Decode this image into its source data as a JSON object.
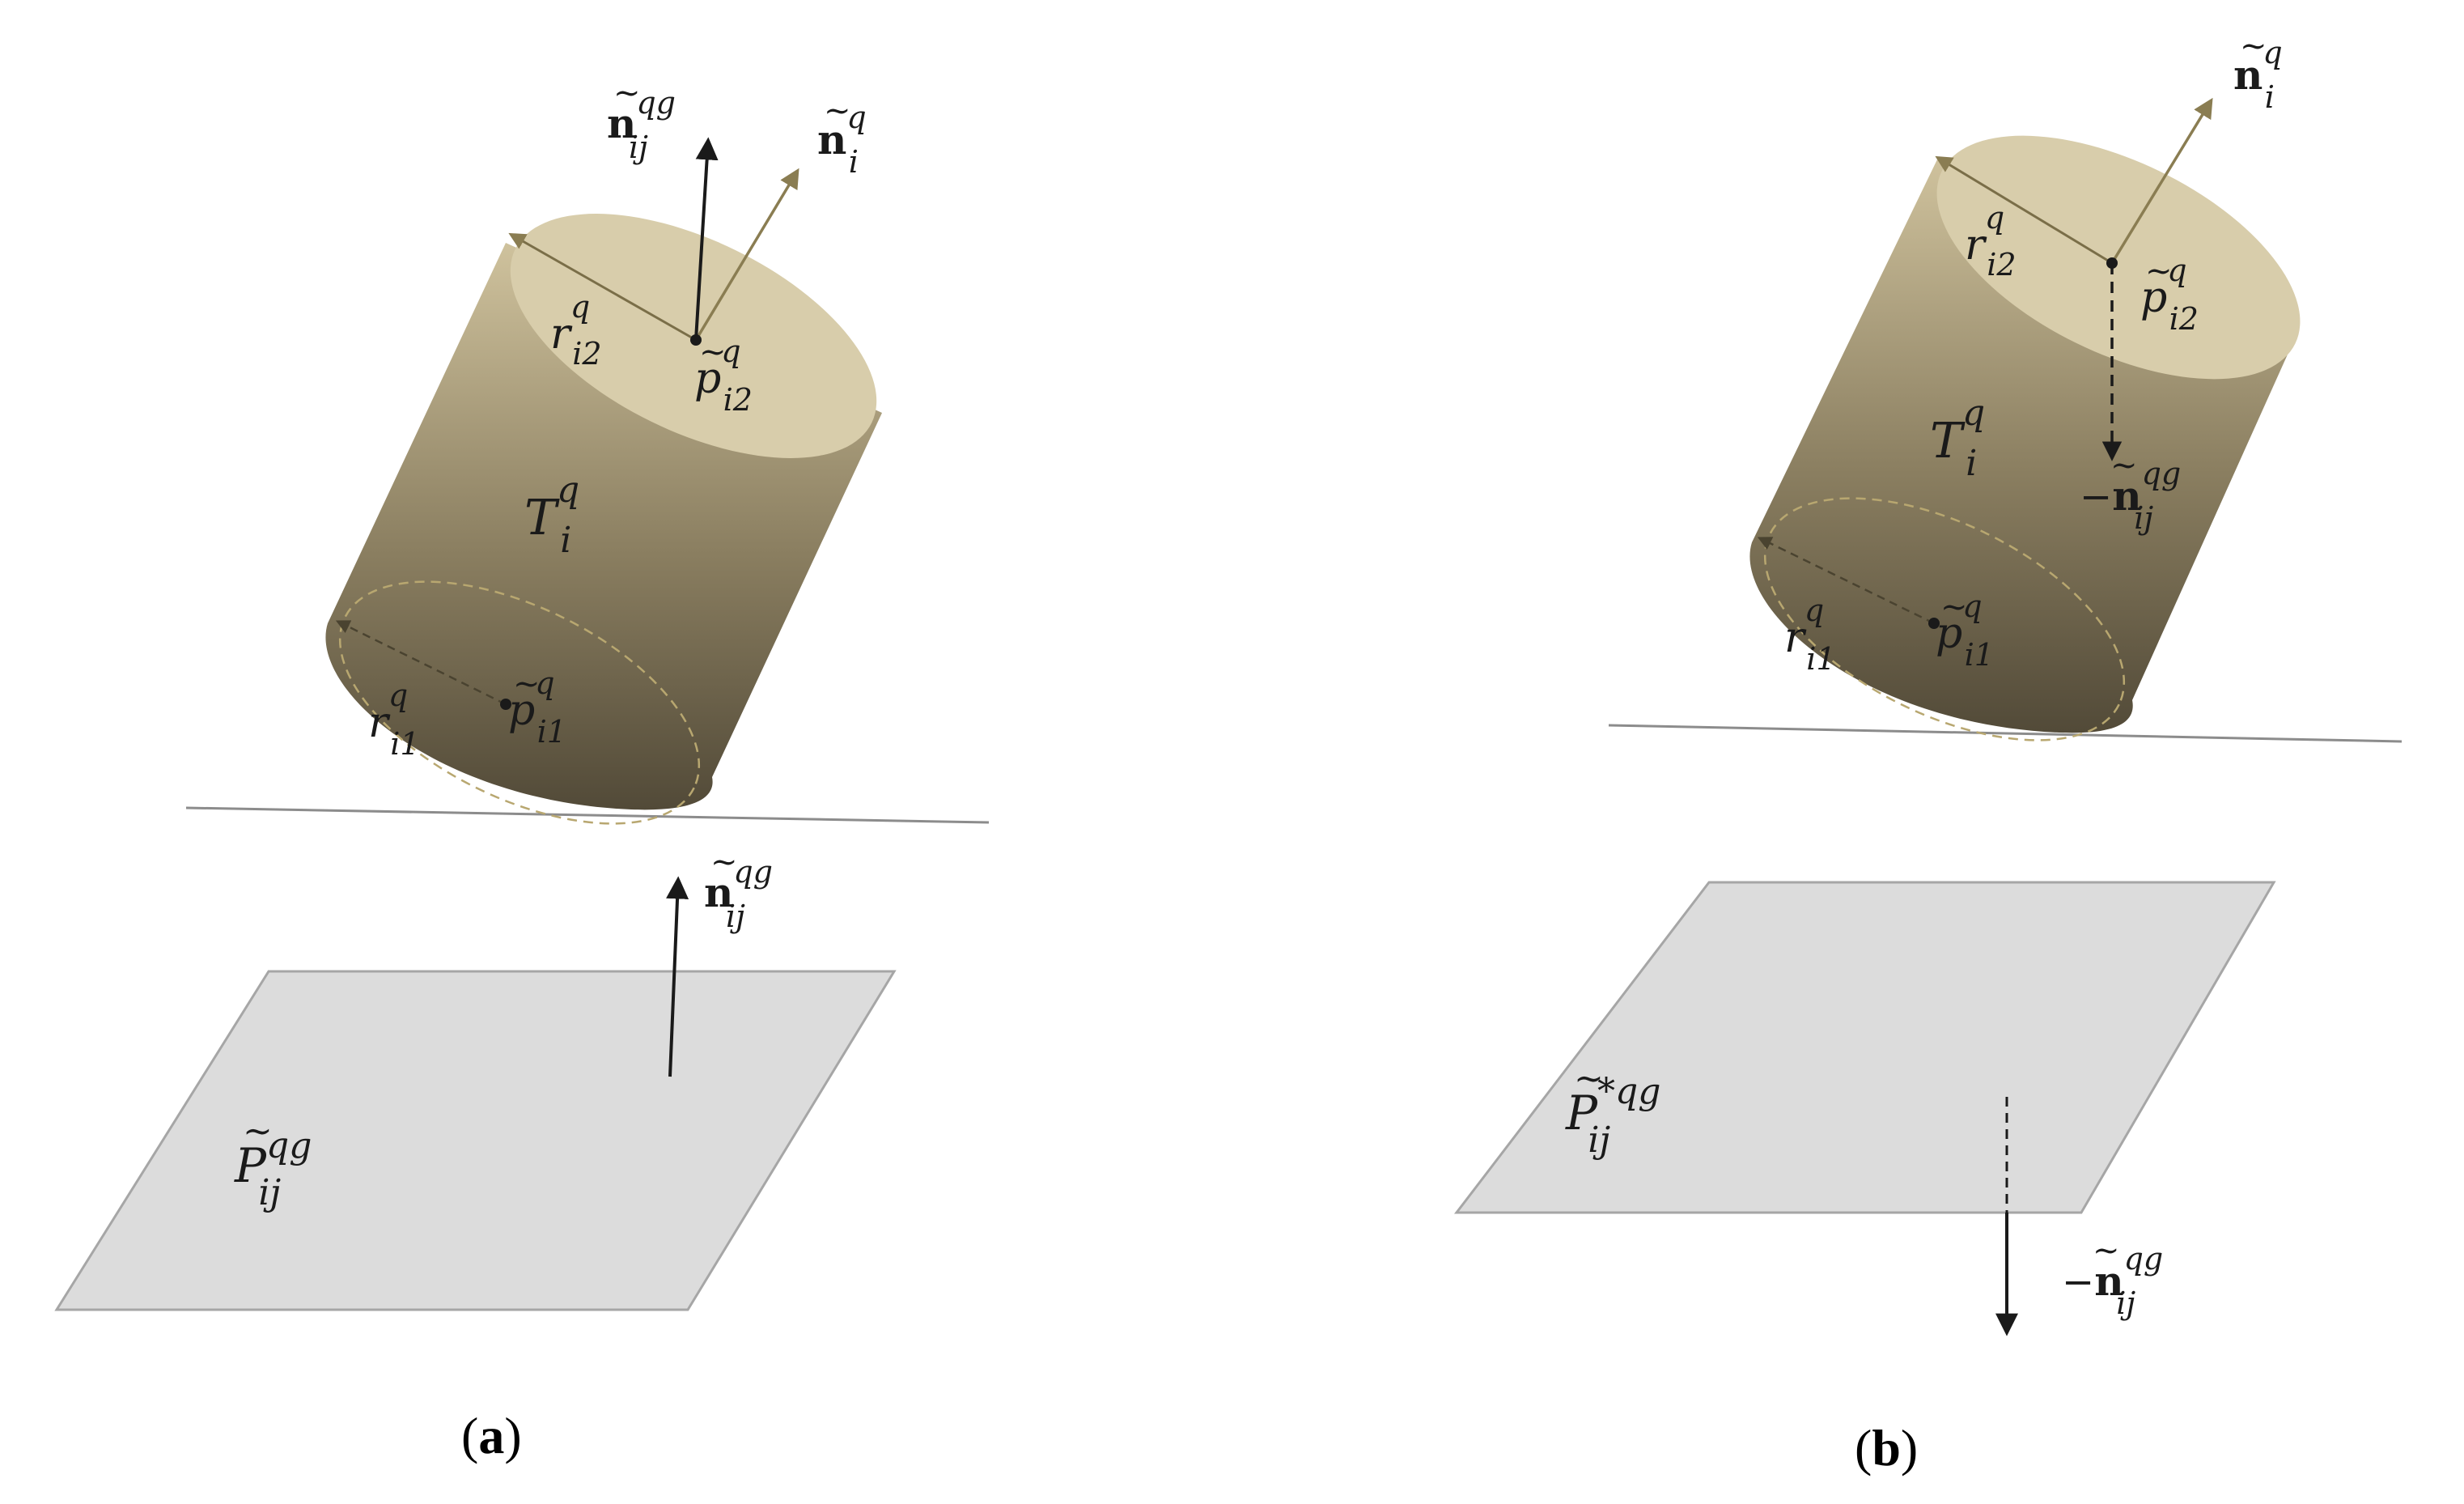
{
  "panel_a": {
    "caption_open": "(",
    "caption_letter": "a",
    "caption_close": ")",
    "labels": {
      "normal_up": {
        "tilde": "~",
        "base": "n",
        "sup": "qg",
        "sub": "ij"
      },
      "normal_axis": {
        "tilde": "~",
        "base": "n",
        "sup": "q",
        "sub": "i"
      },
      "top_center": {
        "tilde": "~",
        "base": "p",
        "sup": "q",
        "sub": "i2"
      },
      "top_radius": {
        "base": "r",
        "sup": "q",
        "sub": "i2"
      },
      "body": {
        "base": "T",
        "sup": "q",
        "sub": "i"
      },
      "bottom_center": {
        "tilde": "~",
        "base": "p",
        "sup": "q",
        "sub": "i1"
      },
      "bottom_radius": {
        "base": "r",
        "sup": "q",
        "sub": "i1"
      },
      "plane_normal": {
        "tilde": "~",
        "base": "n",
        "sup": "qg",
        "sub": "ij"
      },
      "plane": {
        "tilde": "~",
        "base": "P",
        "sup": "qg",
        "sub": "ij"
      }
    }
  },
  "panel_b": {
    "caption_open": "(",
    "caption_letter": "b",
    "caption_close": ")",
    "labels": {
      "normal_axis": {
        "tilde": "~",
        "base": "n",
        "sup": "q",
        "sub": "i"
      },
      "top_radius": {
        "base": "r",
        "sup": "q",
        "sub": "i2"
      },
      "top_center": {
        "tilde": "~",
        "base": "p",
        "sup": "q",
        "sub": "i2"
      },
      "body": {
        "base": "T",
        "sup": "q",
        "sub": "i"
      },
      "neg_normal": {
        "minus": "−",
        "tilde": "~",
        "base": "n",
        "sup": "qg",
        "sub": "ij"
      },
      "bottom_radius": {
        "base": "r",
        "sup": "q",
        "sub": "i1"
      },
      "bottom_center": {
        "tilde": "~",
        "base": "p",
        "sup": "q",
        "sub": "i1"
      },
      "plane": {
        "tilde": "~",
        "base": "P",
        "star": "*",
        "sup": "qg",
        "sub": "ij"
      },
      "plane_neg_normal": {
        "minus": "−",
        "tilde": "~",
        "base": "n",
        "sup": "qg",
        "sub": "ij"
      }
    }
  },
  "colors": {
    "cyl_top": "#d7ccaa",
    "cyl_dark": "#5a5240",
    "cyl_light": "#c9bd97",
    "axis_arrow": "#8a7d52",
    "plane_fill": "#dcdcdc",
    "plane_stroke": "#a6a6a6",
    "ink": "#1a1a1a"
  }
}
